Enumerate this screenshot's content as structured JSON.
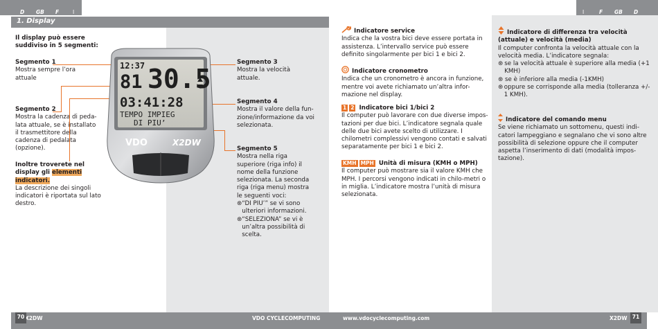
{
  "top_tabs": {
    "left": [
      "D",
      "GB",
      "F",
      "I"
    ],
    "right": [
      "I",
      "F",
      "GB",
      "D"
    ]
  },
  "section": {
    "title": "1. Display"
  },
  "left_page": {
    "intro": "Il display può essere suddiviso in 5 segmenti:",
    "seg1": {
      "title": "Segmento 1",
      "text": "Mostra sempre l’ora attuale"
    },
    "seg2": {
      "title": "Segmento 2",
      "text": "Mostra la cadenza di peda-lata attuale, se è installato il trasmettitore della cadenza di pedalata (opzione)."
    },
    "indicators": {
      "bold1": "Inoltre troverete nel display gli ",
      "bold_highlight": "elementi indicatori.",
      "text": "La descrizione dei singoli indicatori è riportata sul lato destro."
    },
    "seg3": {
      "title": "Segmento 3",
      "text": "Mostra la velocità attuale."
    },
    "seg4": {
      "title": "Segmento 4",
      "text": "Mostra il valore della fun-zione/informazione da voi selezionata."
    },
    "seg5": {
      "title": "Segmento 5",
      "text": "Mostra nella riga superiore (riga info) il nome della funzione selezionata. La seconda riga (riga menu) mostra le seguenti voci:",
      "bullets": [
        "“DI PIU’” se vi sono ulteriori informazioni.",
        "“SELEZIONA” se vi è un’altra possibilità di scelta."
      ]
    }
  },
  "device": {
    "time": "12:37",
    "cadence": "81",
    "speed": "30.5",
    "function_value": "03:41:28",
    "info_line": "TEMPO IMPIEG",
    "menu_line": "DI PIU’",
    "brand": "VDO",
    "model": "X2DW"
  },
  "right_page": {
    "service": {
      "title": "Indicatore service",
      "text": "Indica che la vostra bici deve essere portata in assistenza. L’intervallo service può essere definito singolarmente per bici 1 e bici 2."
    },
    "chrono": {
      "title": "Indicatore cronometro",
      "text": "Indica che un cronometro è ancora in funzione, mentre voi avete richiamato un’altra infor-mazione nel display."
    },
    "bike": {
      "badge1": "1",
      "badge2": "2",
      "title": "Indicatore bici 1/bici 2",
      "text": "Il computer può lavorare con due diverse impos-tazioni per due bici. L’indicatore segnala quale delle due bici avete scelto di utilizzare. I chilometri complessivi vengono contati e salvati separatamente per bici 1 e bici 2."
    },
    "units": {
      "badge1": "KMH",
      "badge2": "MPH",
      "title": "Unità di misura (KMH o MPH)",
      "text": "Il computer può mostrare sia il valore KMH che MPH. I percorsi vengono indicati in chilo-metri o in miglia. L’indicatore mostra l’unità di misura selezionata."
    },
    "speed_diff": {
      "title": "Indicatore di differenza tra velocità (attuale) e velocità (media)",
      "text": "Il computer confronta la velocità attuale con la velocità media. L’indicatore segnala:",
      "bullets": [
        "se la velocità attuale è superiore alla media (+1 KMH)",
        "se è inferiore alla media (-1KMH)",
        "oppure se corrisponde alla media (tolleranza +/- 1 KMH)."
      ]
    },
    "menu": {
      "title": "Indicatore del comando menu",
      "text": "Se viene richiamato un sottomenu, questi indi-catori lampeggiano e segnalano che vi sono altre possibilità di selezione oppure che il computer aspetta l’inserimento di dati (modalità impos-tazione)."
    }
  },
  "footer": {
    "page_left": "70",
    "model_left": "X2DW",
    "brand": "VDO CYCLECOMPUTING",
    "url": "www.vdocyclecomputing.com",
    "model_right": "X2DW",
    "page_right": "71"
  },
  "colors": {
    "accent": "#e8742a",
    "gray_bar": "#8c8e91",
    "gray_column": "#e6e7e8"
  }
}
